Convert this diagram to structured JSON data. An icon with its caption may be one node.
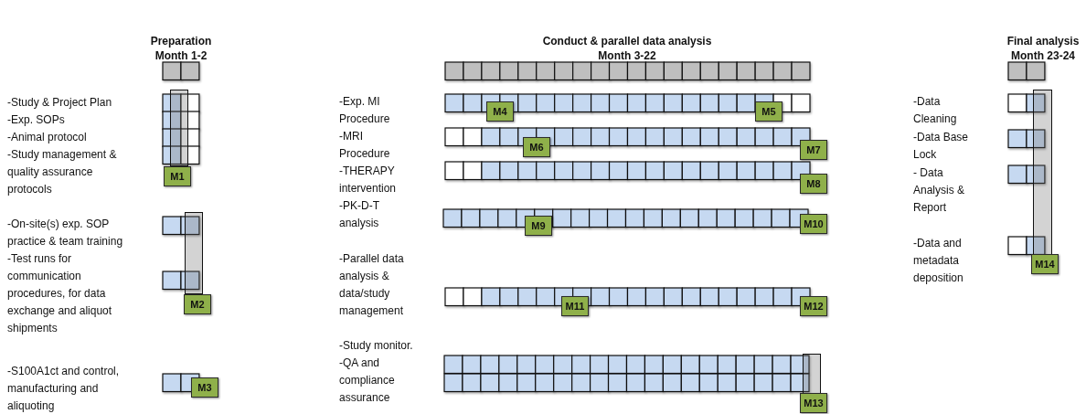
{
  "diagram": {
    "nodes": [
      {
        "text": [
          "M1"
        ]
      },
      {
        "text": [
          "M2"
        ]
      },
      {
        "text": [
          "M3"
        ]
      },
      {
        "text": [
          "M4"
        ]
      },
      {
        "text": [
          "M5"
        ]
      },
      {
        "text": [
          "M6"
        ]
      },
      {
        "text": [
          "M7"
        ]
      },
      {
        "text": [
          "M8"
        ]
      },
      {
        "text": [
          "M9"
        ]
      },
      {
        "text": [
          "M10"
        ]
      },
      {
        "text": [
          "M11"
        ]
      },
      {
        "text": [
          "M12"
        ]
      },
      {
        "text": [
          "M13"
        ]
      },
      {
        "text": [
          "M14"
        ]
      },
      {
        "text": [],
        "shape": "bar"
      },
      {
        "text": [],
        "shape": "bar"
      },
      {
        "text": [],
        "shape": "bar"
      },
      {
        "text": [],
        "shape": "bar"
      }
    ],
    "labels": [
      "Preparation",
      "Month 1-2",
      "Conduct & parallel data analysis",
      "Month 3-22",
      "Final analysis",
      "Month 23-24",
      "-Study & Project Plan",
      "-Exp. SOPs",
      "-Animal protocol",
      "-Study management & quality assurance protocols",
      "-On-site(s) exp. SOP practice & team training",
      "-Test runs for communication procedures, for data exchange and aliquot shipments",
      "-S100A1ct and control, manufacturing and aliquoting",
      "-Exp. MI Procedure",
      "-MRI Procedure",
      "-THERAPY intervention",
      "-PK-D-T analysis",
      "-Parallel data analysis & data/study management",
      "-Study monitor.",
      "-QA and compliance assurance",
      "-Data Cleaning",
      "-Data Base Lock",
      "- Data Analysis & Report",
      "-Data and metadata deposition"
    ]
  }
}
